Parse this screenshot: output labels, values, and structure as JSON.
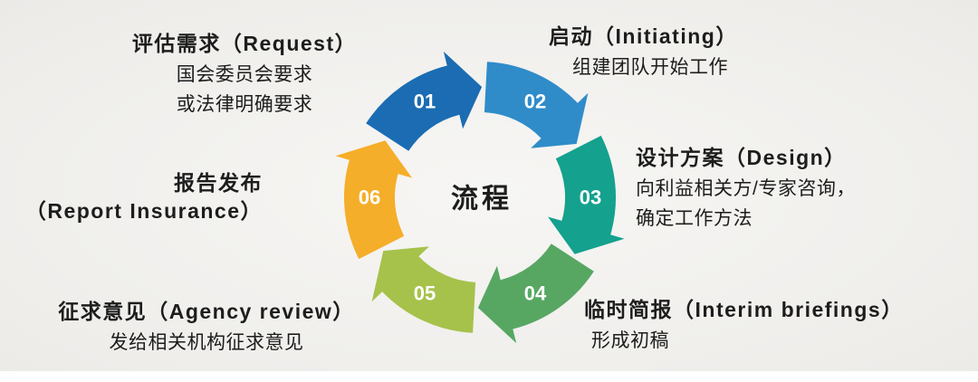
{
  "diagram": {
    "center_label": "流程",
    "steps": [
      {
        "num": "01",
        "color": "#1b6cb3"
      },
      {
        "num": "02",
        "color": "#2f8cc9"
      },
      {
        "num": "03",
        "color": "#14a18e"
      },
      {
        "num": "04",
        "color": "#57a763"
      },
      {
        "num": "05",
        "color": "#a6c24b"
      },
      {
        "num": "06",
        "color": "#f5ae29"
      }
    ]
  },
  "labels": {
    "request": {
      "title": "评估需求（Request）",
      "line1": "国会委员会要求",
      "line2": "或法律明确要求"
    },
    "initiating": {
      "title": "启动（Initiating）",
      "line1": "组建团队开始工作"
    },
    "design": {
      "title": "设计方案（Design）",
      "line1": "向利益相关方/专家咨询，",
      "line2": "确定工作方法"
    },
    "interim": {
      "title": "临时简报（Interim briefings）",
      "line1": "形成初稿"
    },
    "agency": {
      "title": "征求意见（Agency review）",
      "line1": "发给相关机构征求意见"
    },
    "report": {
      "title": "报告发布",
      "title2": "（Report Insurance）"
    }
  }
}
